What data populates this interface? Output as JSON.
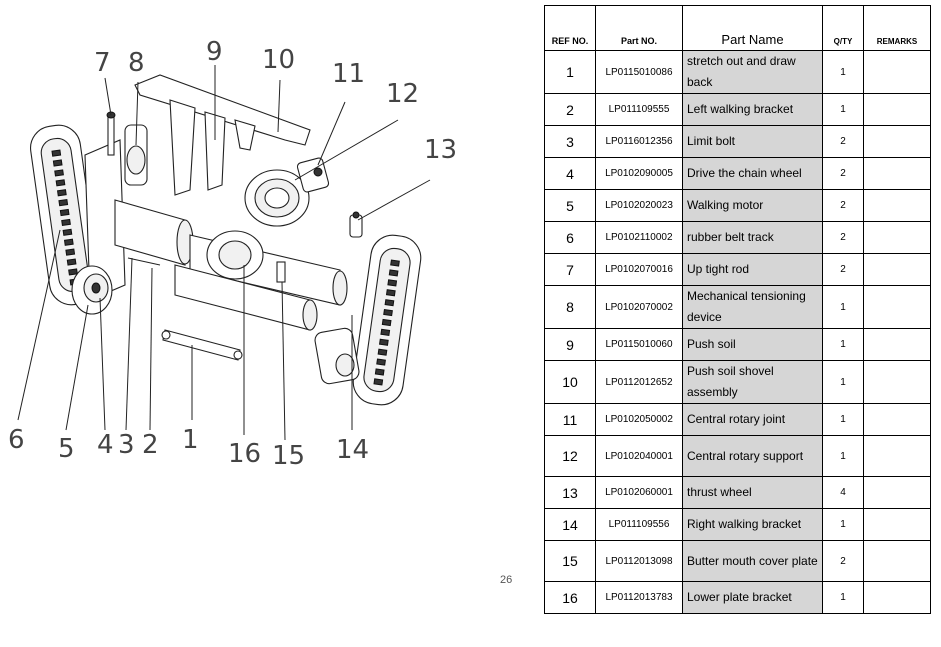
{
  "diagram": {
    "callouts": [
      "7",
      "8",
      "9",
      "10",
      "11",
      "12",
      "13",
      "6",
      "5",
      "4",
      "3",
      "2",
      "1",
      "16",
      "15",
      "14"
    ]
  },
  "page_number": "26",
  "table": {
    "headers": {
      "ref": "REF NO.",
      "part_no": "Part NO.",
      "name": "Part Name",
      "qty": "Q/TY",
      "remarks": "REMARKS"
    },
    "rows": [
      {
        "ref": "1",
        "part_no": "LP0115010086",
        "name": "stretch out and draw back",
        "qty": "1",
        "remarks": ""
      },
      {
        "ref": "2",
        "part_no": "LP011109555",
        "name": "Left walking bracket",
        "qty": "1",
        "remarks": ""
      },
      {
        "ref": "3",
        "part_no": "LP0116012356",
        "name": "Limit bolt",
        "qty": "2",
        "remarks": ""
      },
      {
        "ref": "4",
        "part_no": "LP0102090005",
        "name": "Drive the chain wheel",
        "qty": "2",
        "remarks": ""
      },
      {
        "ref": "5",
        "part_no": "LP0102020023",
        "name": "Walking motor",
        "qty": "2",
        "remarks": ""
      },
      {
        "ref": "6",
        "part_no": "LP0102110002",
        "name": "rubber belt track",
        "qty": "2",
        "remarks": ""
      },
      {
        "ref": "7",
        "part_no": "LP0102070016",
        "name": "Up tight rod",
        "qty": "2",
        "remarks": ""
      },
      {
        "ref": "8",
        "part_no": "LP0102070002",
        "name": "Mechanical tensioning device",
        "qty": "1",
        "remarks": ""
      },
      {
        "ref": "9",
        "part_no": "LP0115010060",
        "name": "Push soil",
        "qty": "1",
        "remarks": ""
      },
      {
        "ref": "10",
        "part_no": "LP0112012652",
        "name": "Push soil shovel assembly",
        "qty": "1",
        "remarks": ""
      },
      {
        "ref": "11",
        "part_no": "LP0102050002",
        "name": "Central rotary joint",
        "qty": "1",
        "remarks": ""
      },
      {
        "ref": "12",
        "part_no": "LP0102040001",
        "name": "Central rotary support",
        "qty": "1",
        "remarks": ""
      },
      {
        "ref": "13",
        "part_no": "LP0102060001",
        "name": "thrust wheel",
        "qty": "4",
        "remarks": ""
      },
      {
        "ref": "14",
        "part_no": "LP011109556",
        "name": "Right walking bracket",
        "qty": "1",
        "remarks": ""
      },
      {
        "ref": "15",
        "part_no": "LP0112013098",
        "name": "Butter mouth cover plate",
        "qty": "2",
        "remarks": ""
      },
      {
        "ref": "16",
        "part_no": "LP0112013783",
        "name": "Lower plate bracket",
        "qty": "1",
        "remarks": ""
      }
    ]
  }
}
